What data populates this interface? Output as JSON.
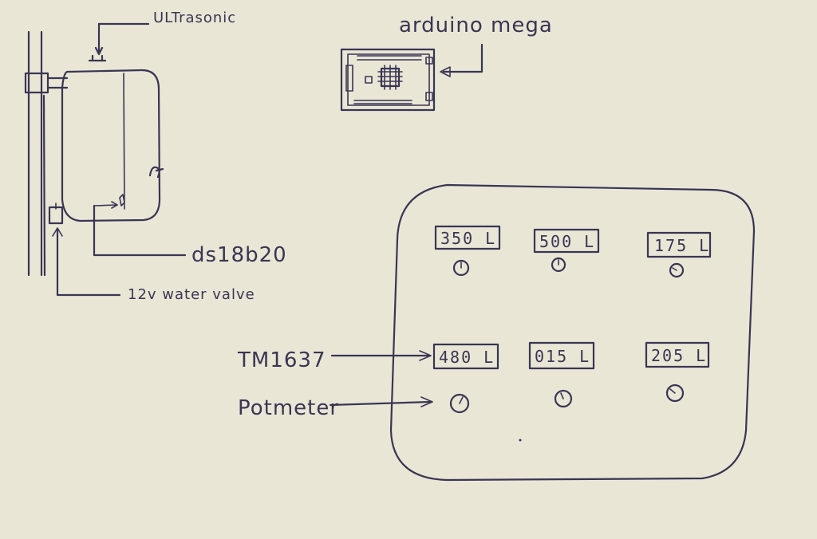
{
  "labels": {
    "ultrasonic": "ULTrasonic",
    "arduino": "arduino mega",
    "sensor": "ds18b20",
    "valve": "12v water valve",
    "display_driver": "TM1637",
    "potmeter": "Potmeter"
  },
  "displays": [
    {
      "value": "350 L"
    },
    {
      "value": "500 L"
    },
    {
      "value": "175 L"
    },
    {
      "value": "480 L"
    },
    {
      "value": "015 L"
    },
    {
      "value": "205 L"
    }
  ],
  "colors": {
    "paper": "#e9e6d6",
    "ink": "#3a3553"
  }
}
